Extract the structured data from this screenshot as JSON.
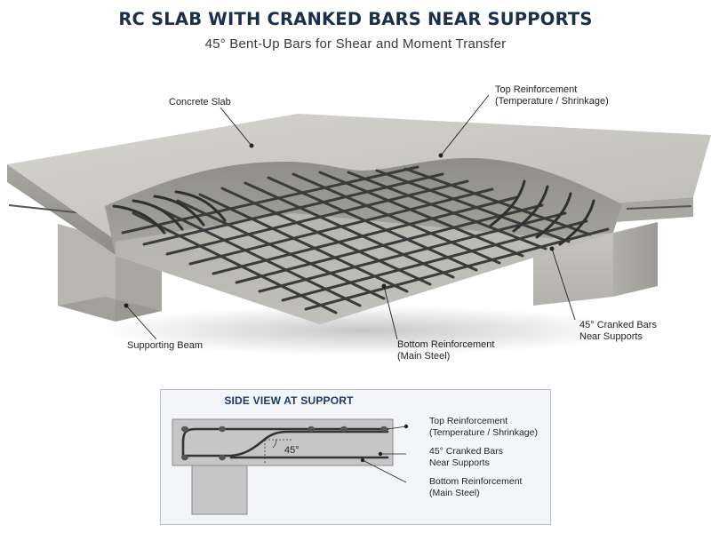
{
  "header": {
    "title": "RC SLAB WITH CRANKED BARS NEAR SUPPORTS",
    "subtitle": "45° Bent-Up Bars for Shear and Moment Transfer"
  },
  "main_labels": {
    "concrete_slab": "Concrete Slab",
    "top_reinforcement_line1": "Top Reinforcement",
    "top_reinforcement_line2": "(Temperature / Shrinkage)",
    "cranked_bars_line1": "45° Cranked Bars",
    "cranked_bars_line2": "Near Supports",
    "bottom_reinforcement_line1": "Bottom Reinforcement",
    "bottom_reinforcement_line2": "(Main Steel)",
    "supporting_beam": "Supporting Beam"
  },
  "side_view": {
    "title": "SIDE VIEW AT SUPPORT",
    "angle_label": "45°",
    "top_line1": "Top Reinforcement",
    "top_line2": "(Temperature / Shrinkage)",
    "cranked_line1": "45° Cranked Bars",
    "cranked_line2": "Near Supports",
    "bottom_line1": "Bottom Reinforcement",
    "bottom_line2": "(Main Steel)"
  },
  "colors": {
    "title": "#1b2e4a",
    "concrete": "#c9c7c1",
    "rebar": "#3a3a3a",
    "panel_title": "#1b3a66"
  }
}
